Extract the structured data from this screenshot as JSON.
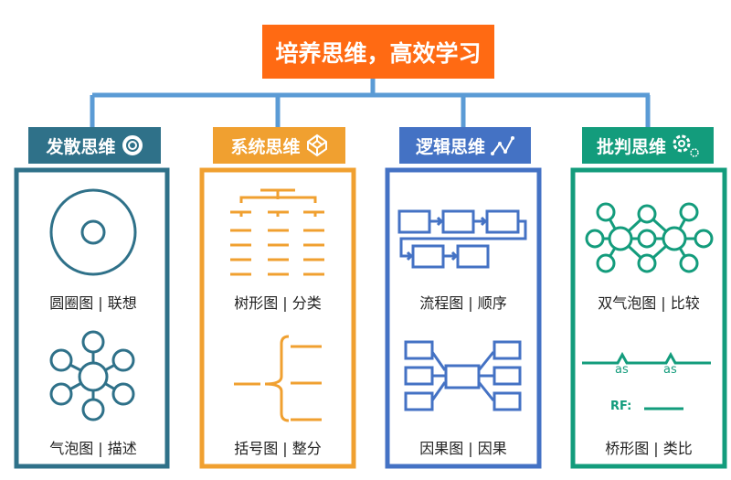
{
  "title": "培养思维，高效学习",
  "colors": {
    "title": "#ff6a13",
    "connector": "#5b9bd5",
    "divergent": "#2f7189",
    "systematic": "#f0a030",
    "logical": "#4472c4",
    "critical": "#139c7c"
  },
  "columns": [
    {
      "header": "发散思维",
      "icon": "lifebuoy-icon",
      "captions": [
        "圆圈图 | 联想",
        "气泡图 | 描述"
      ]
    },
    {
      "header": "系统思维",
      "icon": "codepen-cube-icon",
      "captions": [
        "树形图 | 分类",
        "括号图 | 整分"
      ]
    },
    {
      "header": "逻辑思维",
      "icon": "line-chart-icon",
      "captions": [
        "流程图 | 顺序",
        "因果图 | 因果"
      ]
    },
    {
      "header": "批判思维",
      "icon": "gears-icon",
      "captions": [
        "双气泡图 | 比较",
        "桥形图 | 类比"
      ]
    }
  ],
  "bridge": {
    "relation_label": "as",
    "rf_label": "RF:"
  }
}
